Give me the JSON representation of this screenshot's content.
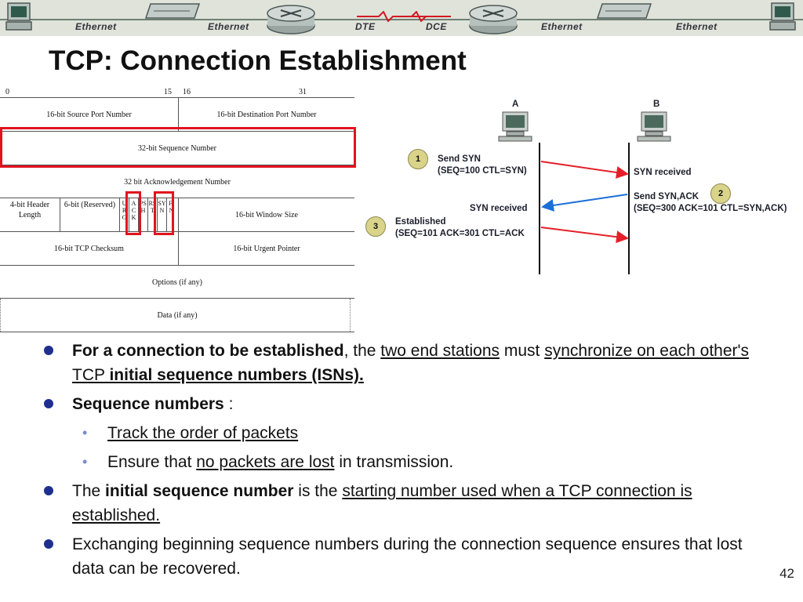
{
  "banner": {
    "labels": [
      "Ethernet",
      "Ethernet",
      "DTE",
      "DCE",
      "Ethernet",
      "Ethernet"
    ]
  },
  "title": "TCP: Connection Establishment",
  "tcp_header": {
    "bit_numbers": [
      "0",
      "15",
      "16",
      "31"
    ],
    "source_port": "16-bit Source Port Number",
    "dest_port": "16-bit Destination Port Number",
    "sequence": "32-bit Sequence Number",
    "acknowledgement": "32 bit Acknowledgement Number",
    "header_length": "4-bit Header Length",
    "reserved": "6-bit (Reserved)",
    "flags": [
      "URG",
      "ACK",
      "PSH",
      "RST",
      "SYN",
      "FIN"
    ],
    "window_size": "16-bit Window Size",
    "checksum": "16-bit TCP Checksum",
    "urgent_pointer": "16-bit Urgent Pointer",
    "options": "Options (if any)",
    "data": "Data (if any)"
  },
  "handshake": {
    "host_a": "A",
    "host_b": "B",
    "step1_num": "1",
    "step1_line1": "Send SYN",
    "step1_line2": "(SEQ=100 CTL=SYN)",
    "syn_received_b": "SYN received",
    "step2_num": "2",
    "step2_line1": "Send SYN,ACK",
    "step2_line2": "(SEQ=300 ACK=101 CTL=SYN,ACK)",
    "syn_received_a": "SYN received",
    "step3_num": "3",
    "step3_line1": "Established",
    "step3_line2": "(SEQ=101 ACK=301 CTL=ACK"
  },
  "bullets": {
    "b1_bold": "For a connection to be established",
    "b1_t1": ", the ",
    "b1_u1": "two end stations",
    "b1_t2": " must ",
    "b1_u2": "synchronize on each other's TCP ",
    "b1_ub": "initial sequence numbers (ISNs).",
    "b2_bold": "Sequence numbers",
    "b2_t1": " :",
    "sub1_u": "Track the order of packets",
    "sub2_t1": "Ensure that ",
    "sub2_u": "no packets are lost",
    "sub2_t2": " in transmission.",
    "b3_t1": "The ",
    "b3_bold": "initial sequence number",
    "b3_t2": " is the ",
    "b3_u": "starting number used when a TCP connection is established.",
    "b4_t1": "Exchanging beginning sequence numbers during the connection sequence ensures that lost data can be recovered."
  },
  "page_number": "42",
  "colors": {
    "highlight": "#e0141f",
    "bullet": "#1f2f8f",
    "sub_bullet": "#7b8bd0",
    "arrow_red": "#e3202a",
    "arrow_blue": "#1b6fd8",
    "step_circle": "#d9d48a"
  },
  "icons": [
    "pc-icon",
    "hub-icon",
    "router-icon",
    "serial-link-icon"
  ]
}
